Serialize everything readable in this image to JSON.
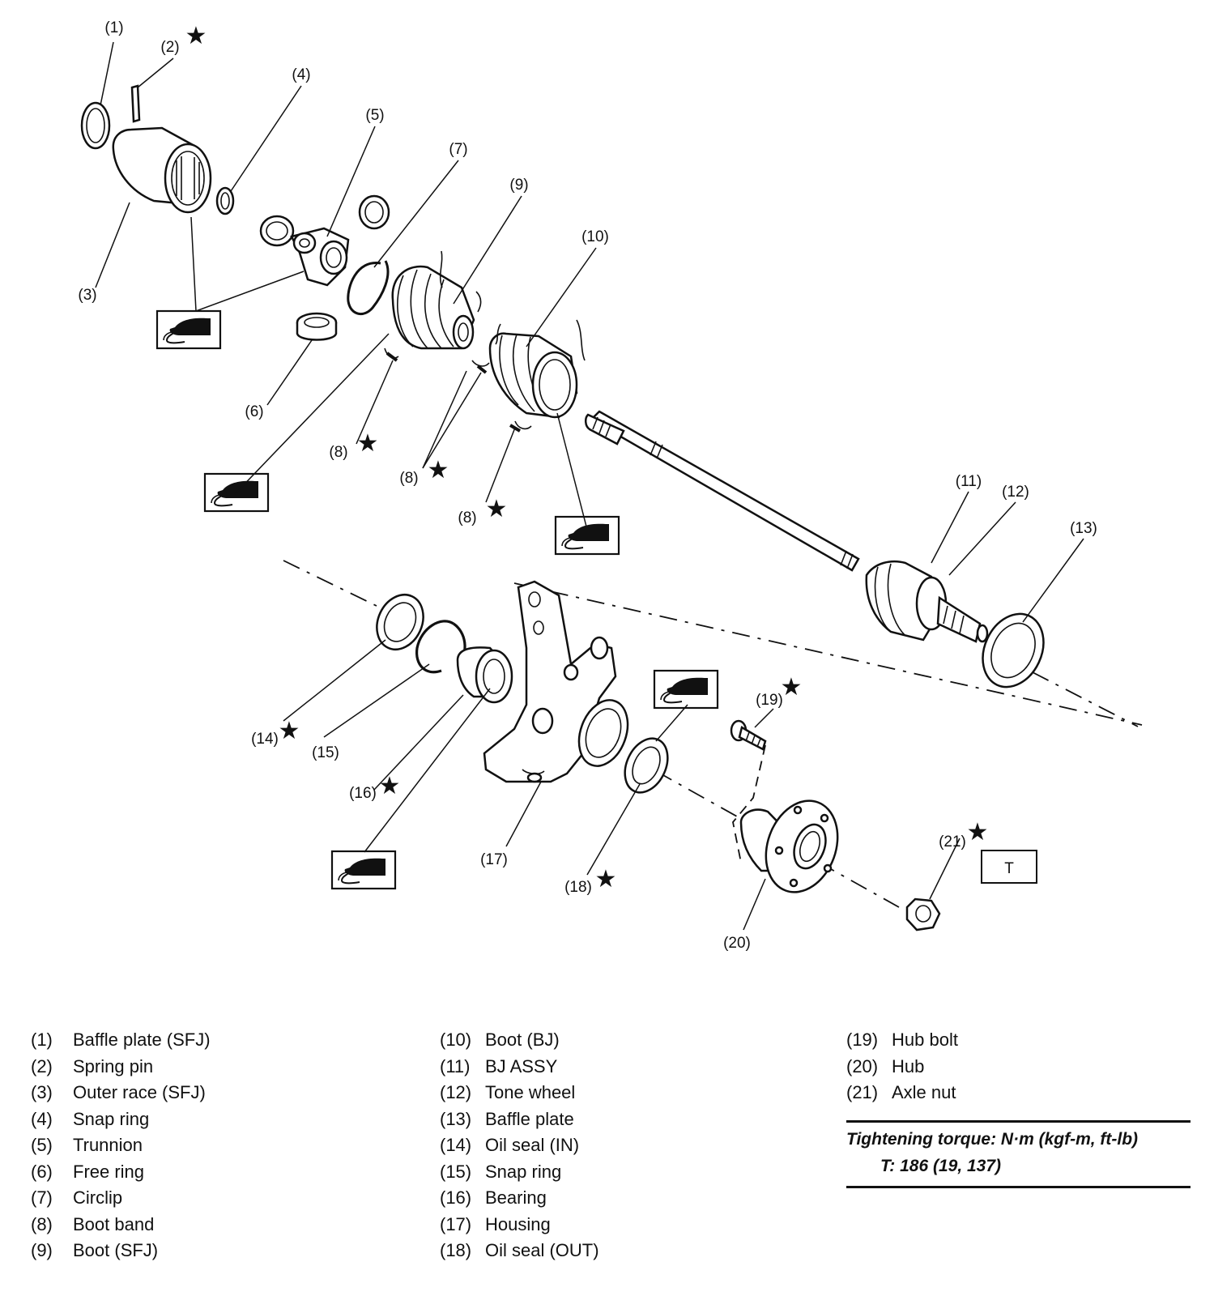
{
  "callouts": {
    "c1": "(1)",
    "c2": "(2)",
    "c3": "(3)",
    "c4": "(4)",
    "c5": "(5)",
    "c6": "(6)",
    "c7": "(7)",
    "c8a": "(8)",
    "c8b": "(8)",
    "c8c": "(8)",
    "c9": "(9)",
    "c10": "(10)",
    "c11": "(11)",
    "c12": "(12)",
    "c13": "(13)",
    "c14": "(14)",
    "c15": "(15)",
    "c16": "(16)",
    "c17": "(17)",
    "c18": "(18)",
    "c19": "(19)",
    "c20": "(20)",
    "c21": "(21)"
  },
  "star_symbol": "★",
  "torque_box_label": "T",
  "icon": "grease-application-icon",
  "legend": {
    "col1": [
      {
        "num": "(1)",
        "name": "Baffle plate (SFJ)"
      },
      {
        "num": "(2)",
        "name": "Spring pin"
      },
      {
        "num": "(3)",
        "name": "Outer race (SFJ)"
      },
      {
        "num": "(4)",
        "name": "Snap ring"
      },
      {
        "num": "(5)",
        "name": "Trunnion"
      },
      {
        "num": "(6)",
        "name": "Free ring"
      },
      {
        "num": "(7)",
        "name": "Circlip"
      },
      {
        "num": "(8)",
        "name": "Boot band"
      },
      {
        "num": "(9)",
        "name": "Boot (SFJ)"
      }
    ],
    "col2": [
      {
        "num": "(10)",
        "name": "Boot (BJ)"
      },
      {
        "num": "(11)",
        "name": "BJ ASSY"
      },
      {
        "num": "(12)",
        "name": "Tone wheel"
      },
      {
        "num": "(13)",
        "name": "Baffle plate"
      },
      {
        "num": "(14)",
        "name": "Oil seal (IN)"
      },
      {
        "num": "(15)",
        "name": "Snap ring"
      },
      {
        "num": "(16)",
        "name": "Bearing"
      },
      {
        "num": "(17)",
        "name": "Housing"
      },
      {
        "num": "(18)",
        "name": "Oil seal (OUT)"
      }
    ],
    "col3": [
      {
        "num": "(19)",
        "name": "Hub bolt"
      },
      {
        "num": "(20)",
        "name": "Hub"
      },
      {
        "num": "(21)",
        "name": "Axle nut"
      }
    ]
  },
  "torque": {
    "heading": "Tightening torque: N·m (kgf-m, ft-lb)",
    "spec": "T: 186 (19, 137)"
  }
}
